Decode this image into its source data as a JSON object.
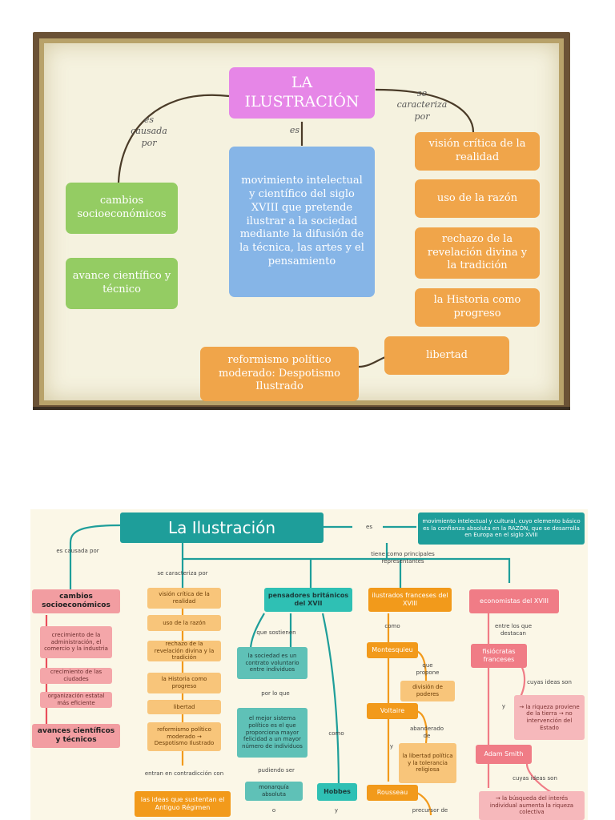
{
  "map1": {
    "title": "LA ILUSTRACIÓN",
    "labels": {
      "causada": "es causada por",
      "es": "es",
      "caracteriza": "se caracteriza por"
    },
    "causes": [
      "cambios socioeconómicos",
      "avance científico y técnico"
    ],
    "definition": "movimiento intelectual y científico del siglo XVIII que pretende ilustrar a la sociedad mediante la difusión de la técnica, las artes y el pensamiento",
    "traits": [
      "visión crítica de la realidad",
      "uso de la razón",
      "rechazo de la revelación divina y la tradición",
      "la Historia como progreso",
      "libertad"
    ],
    "result": "reformismo político moderado: Despotismo Ilustrado"
  },
  "map2": {
    "title": "La Ilustración",
    "es_label": "es",
    "definition": "movimiento intelectual y cultural, cuyo elemento básico es la confianza absoluta en la RAZÓN, que se desarrolla en Europa en el siglo XVIII",
    "causada_label": "es causada por",
    "caracteriza_label": "se caracteriza por",
    "representantes_label": "tiene como principales representantes",
    "causes_head": "cambios socioeconómicos",
    "causes_items": [
      "crecimiento de la administración, el comercio y la industria",
      "crecimiento de las ciudades",
      "organización estatal más eficiente"
    ],
    "causes_tech": "avances científicos y técnicos",
    "traits": [
      "visión crítica de la realidad",
      "uso de la razón",
      "rechazo de la revelación divina y la tradición",
      "la Historia como progreso",
      "libertad",
      "reformismo político moderado → Despotismo Ilustrado"
    ],
    "contradiccion_label": "entran en contradicción con",
    "antiguo": "las ideas que sustentan el Antiguo Régimen",
    "britanicos": {
      "head": "pensadores británicos del XVII",
      "sostienen": "que sostienen",
      "contrato": "la sociedad es un contrato voluntario entre individuos",
      "porloque": "por lo que",
      "sistema": "el mejor sistema político es el que proporciona mayor felicidad a un mayor número de individuos",
      "pudiendo": "pudiendo ser",
      "monarquia": "monarquía absoluta",
      "o": "o",
      "como": "como",
      "hobbes": "Hobbes",
      "y": "y"
    },
    "franceses": {
      "head": "ilustrados franceses del XVIII",
      "como": "como",
      "montesquieu": "Montesquieu",
      "propone": "que propone",
      "division": "división de poderes",
      "voltaire": "Voltaire",
      "abanderado": "abanderado de",
      "libertad": "la libertad política y la tolerancia religiosa",
      "y": "y",
      "rousseau": "Rousseau",
      "precursor": "precursor de"
    },
    "economistas": {
      "head": "economistas del XVIII",
      "destacan": "entre los que destacan",
      "fisiocratas": "fisiócratas franceses",
      "ideas1": "cuyas ideas son",
      "riqueza": "→ la riqueza proviene de la tierra → no intervención del Estado",
      "y": "y",
      "smith": "Adam Smith",
      "ideas2": "cuyas ideas son",
      "interes": "→ la búsqueda del interés individual aumenta la riqueza colectiva"
    }
  }
}
